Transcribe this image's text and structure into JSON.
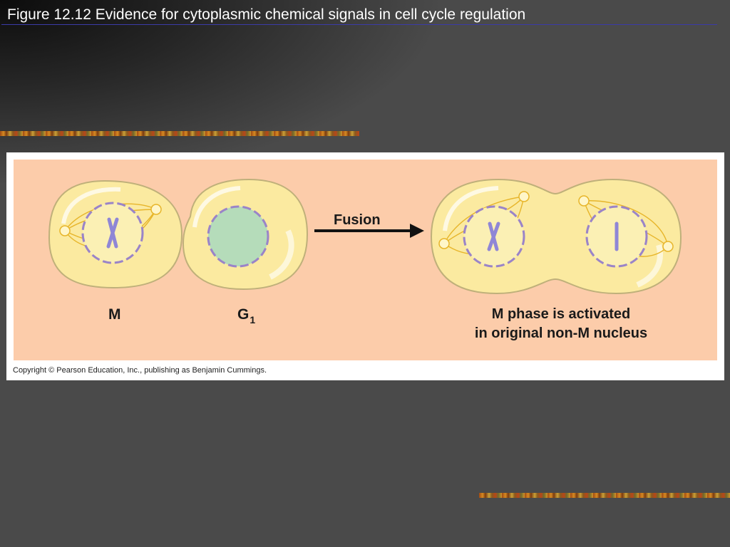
{
  "slide": {
    "title": "Figure 12.12  Evidence for cytoplasmic chemical signals in cell cycle regulation"
  },
  "figure": {
    "label_m": "M",
    "label_g": "G",
    "label_g_subscript": "1",
    "label_fusion": "Fusion",
    "result_line1": "M phase is activated",
    "result_line2": "in original non-M nucleus",
    "copyright": "Copyright © Pearson Education, Inc., publishing as Benjamin Cummings."
  },
  "colors": {
    "background": "#4a4a4a",
    "panel": "#fcccaa",
    "cell_fill": "#fbeaa0",
    "nuclear_envelope": "#9a84c8",
    "g1_nucleus": "#b5dcba",
    "chromosome": "#8f86d6",
    "spindle": "#e7b52a"
  }
}
